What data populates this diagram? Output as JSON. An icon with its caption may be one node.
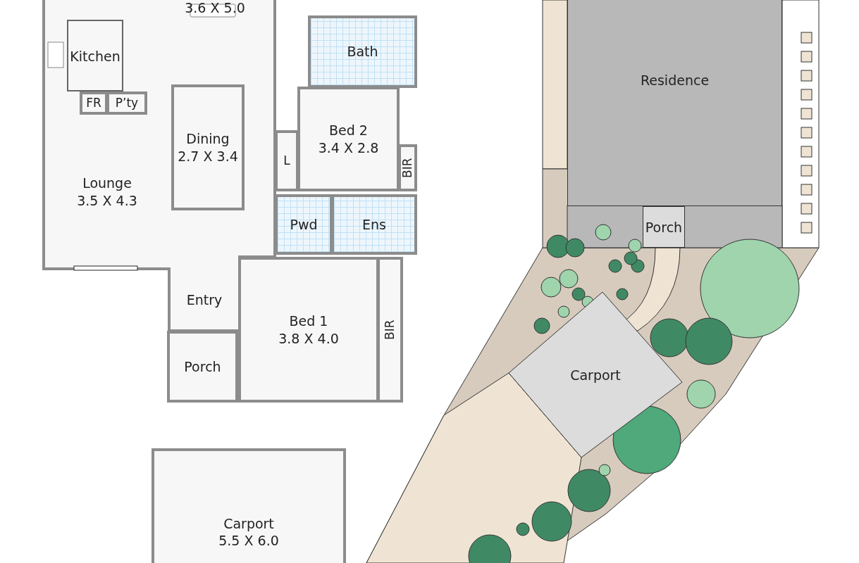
{
  "diagram": {
    "nodes": [
      {
        "text": [
          "Kitchen"
        ]
      },
      {
        "text": [
          "FR"
        ]
      },
      {
        "text": [
          "P’ty"
        ]
      },
      {
        "text": [
          "Bath"
        ]
      },
      {
        "text": [
          "Dining",
          "2.7 X 3.4"
        ]
      },
      {
        "text": [
          "Lounge",
          "3.5 X 4.3"
        ]
      },
      {
        "text": [
          "Bed 2",
          "3.4 X 2.8"
        ]
      },
      {
        "text": [
          "L"
        ]
      },
      {
        "text": [
          "BIR"
        ]
      },
      {
        "text": [
          "Pwd"
        ]
      },
      {
        "text": [
          "Ens"
        ]
      },
      {
        "text": [
          "Entry"
        ]
      },
      {
        "text": [
          "Bed 1",
          "3.8 X 4.0"
        ]
      },
      {
        "text": [
          "BIR"
        ]
      },
      {
        "text": [
          "Porch"
        ]
      },
      {
        "text": [
          "Carport",
          "5.5 X 6.0"
        ]
      },
      {
        "text": [
          "Residence"
        ]
      },
      {
        "text": [
          "Porch"
        ]
      },
      {
        "text": [
          "Carport"
        ]
      }
    ],
    "edges": [],
    "labels": [
      "3.6 X 5.0"
    ]
  }
}
